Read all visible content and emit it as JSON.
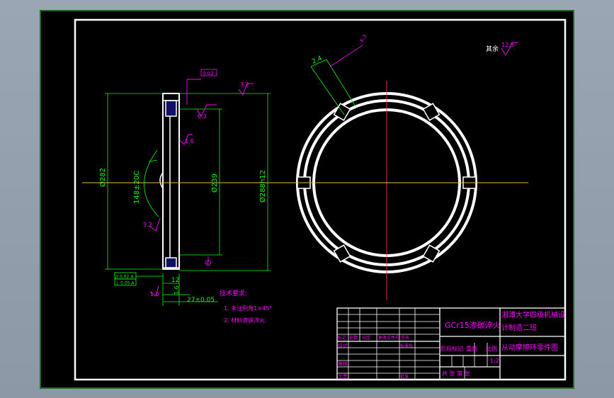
{
  "drawing": {
    "roughness_note": "其余",
    "roughness_value": "12.5",
    "datum_box": "0.02",
    "chamfer_roughness": "3.2",
    "thickness_roughness": "6.3",
    "slot_width": "2.4",
    "slot_roughness": "6.3",
    "roughness_left": "1.6",
    "dim_outer_diameter": "Ø282",
    "dim_inner_diameter": "Ø239",
    "dim_inner_fit": "Ø288h12",
    "dim_arc": "148±20C",
    "dim_arc_roughness": "3.2",
    "dim_thickness_top": "12",
    "dim_thickness_main": "27±0.05",
    "dim_thickness_rough": "1.6",
    "datum_label": "A",
    "tol_frame_1": "// 0.02 A",
    "tol_frame_2": "⊥ 0.05 A",
    "tech_title": "技术要求:",
    "tech_item_1": "1. 未注倒角1×45°",
    "tech_item_2": "2. 材料渗碳淬火"
  },
  "title_block": {
    "material": "GCr15渗碳淬火",
    "school_line1": "湘潭大学四级机械设",
    "school_line2": "计制造二班",
    "part_name": "从动摩擦环零件图",
    "scale": "1:2",
    "mark_label": "标记",
    "count_label": "处数",
    "division_label": "分区",
    "change_doc": "更改文件号",
    "signature": "签名",
    "design_label": "设计",
    "standard_label": "标准化",
    "review_label": "审核",
    "process_label": "工艺",
    "approve_label": "批准",
    "stage_mark": "阶段标记",
    "weight_label": "重量",
    "scale_label": "比例",
    "sheets_label": "共 张 第 张"
  }
}
